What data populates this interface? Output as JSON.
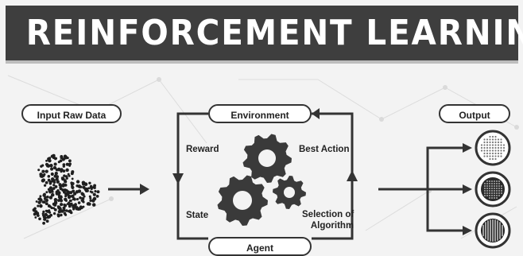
{
  "title": "REINFORCEMENT LEARNING",
  "input": {
    "label": "Input Raw Data"
  },
  "loop": {
    "environment": "Environment",
    "agent": "Agent",
    "reward": "Reward",
    "state": "State",
    "best_action": "Best Action",
    "selection": "Selection of\nAlgorithm"
  },
  "output": {
    "label": "Output"
  },
  "icons": {
    "gears": "gears-icon",
    "data": "scatter-cloud-icon",
    "outputs": [
      "grid-dots-circle-icon",
      "dense-dots-circle-icon",
      "striped-circle-icon"
    ]
  },
  "colors": {
    "banner": "#3e3e3e",
    "stroke": "#333333",
    "background": "#f3f3f3"
  }
}
